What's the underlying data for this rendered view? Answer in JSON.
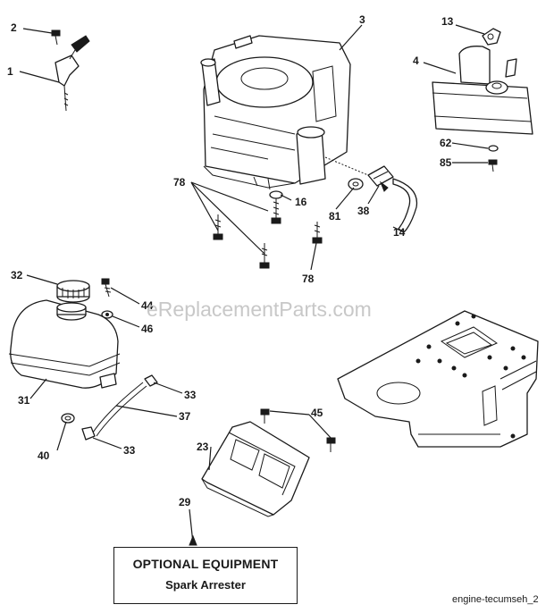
{
  "watermark": "eReplacementParts.com",
  "callouts": {
    "c1": "1",
    "c2": "2",
    "c3": "3",
    "c4": "4",
    "c13": "13",
    "c62": "62",
    "c85": "85",
    "c78a": "78",
    "c16": "16",
    "c81": "81",
    "c38": "38",
    "c14": "14",
    "c78b": "78",
    "c32": "32",
    "c44": "44",
    "c46": "46",
    "c31": "31",
    "c33a": "33",
    "c37": "37",
    "c40": "40",
    "c33b": "33",
    "c45": "45",
    "c23": "23",
    "c29": "29"
  },
  "optional_box": {
    "title": "OPTIONAL EQUIPMENT",
    "subtitle": "Spark Arrester"
  },
  "figure_id": "engine-tecumseh_2"
}
